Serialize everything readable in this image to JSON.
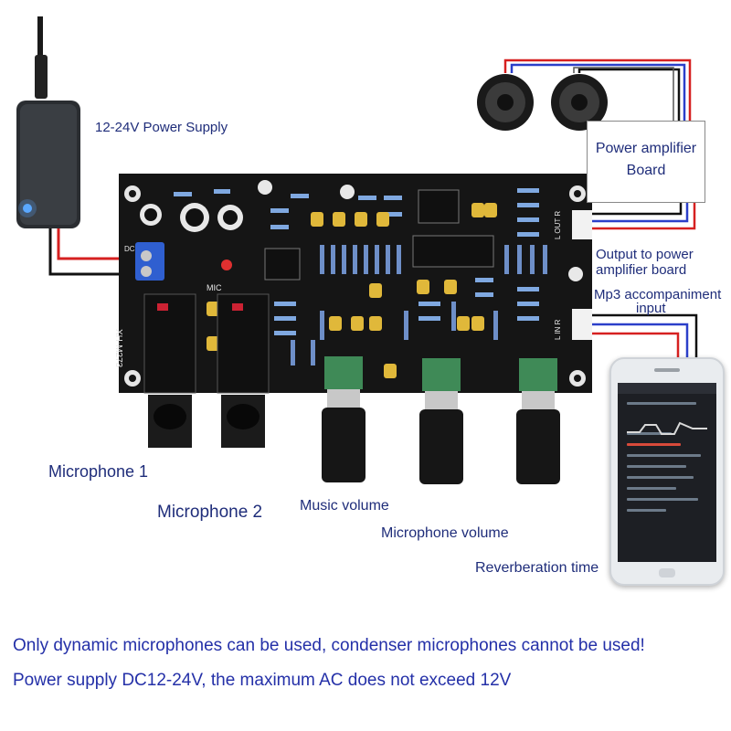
{
  "labels": {
    "power_supply": "12-24V Power Supply",
    "power_amplifier_board": [
      "Power amplifier",
      "Board"
    ],
    "output_to_amp": [
      "Output to power",
      "amplifier board"
    ],
    "mp3_input": [
      "Mp3 accompaniment",
      "input"
    ],
    "microphone_1": "Microphone 1",
    "microphone_2": "Microphone 2",
    "music_volume": "Music volume",
    "microphone_volume": "Microphone volume",
    "reverberation_time": "Reverberation time"
  },
  "board": {
    "model": "XH-M273",
    "mic_label": "MIC",
    "out_label": "L OUT R",
    "in_label": "L IN R",
    "dc_label": "DC"
  },
  "notes": [
    "Only dynamic microphones can be used, condenser microphones cannot be used!",
    "Power supply DC12-24V, the maximum AC does not exceed 12V"
  ],
  "colors": {
    "label_text": "#1f2d7a",
    "note_text": "#2430a8",
    "pcb": "#151515",
    "wire_red": "#d62020",
    "wire_blue": "#2b3fc9",
    "wire_black": "#111111"
  }
}
